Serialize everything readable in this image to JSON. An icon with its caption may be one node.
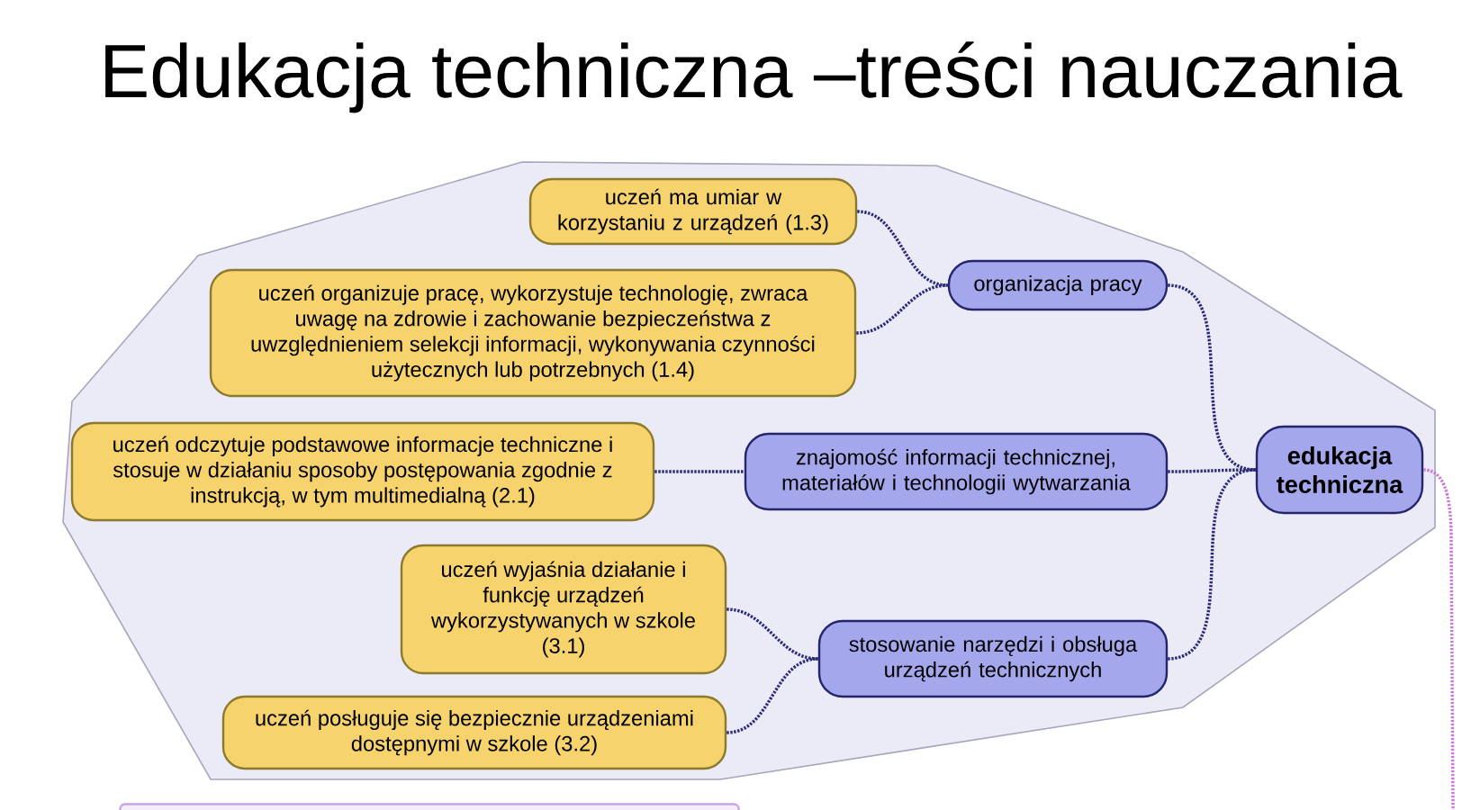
{
  "diagram": {
    "title": "Edukacja techniczna –treści nauczania",
    "nodes": [
      {
        "text": [
          "uczeń ma umiar w korzystaniu z urządzeń (1.3)"
        ]
      },
      {
        "text": [
          "uczeń organizuje pracę, wykorzystuje technologię, zwraca uwagę na zdrowie i zachowanie bezpieczeństwa z uwzględnieniem selekcji informacji, wykonywania czynności użytecznych lub potrzebnych (1.4)"
        ]
      },
      {
        "text": [
          "organizacja pracy"
        ]
      },
      {
        "text": [
          "uczeń odczytuje podstawowe informacje techniczne i stosuje w działaniu sposoby postępowania zgodnie z instrukcją, w tym multimedialną (2.1)"
        ]
      },
      {
        "text": [
          "znajomość informacji technicznej, materiałów i technologii wytwarzania"
        ]
      },
      {
        "text": [
          "edukacja techniczna"
        ]
      },
      {
        "text": [
          "uczeń wyjaśnia działanie i funkcję urządzeń wykorzystywanych w szkole (3.1)"
        ]
      },
      {
        "text": [
          "stosowanie narzędzi i obsługa urządzeń technicznych"
        ]
      },
      {
        "text": [
          "uczeń posługuje się bezpiecznie urządzeniami dostępnymi w szkole (3.2)"
        ]
      },
      {
        "text": [],
        "shape": "box"
      }
    ],
    "edges": [
      {
        "from": 0,
        "to": 2,
        "arrow": "none"
      },
      {
        "from": 1,
        "to": 2,
        "arrow": "none"
      },
      {
        "from": 3,
        "to": 4,
        "arrow": "none"
      },
      {
        "from": 6,
        "to": 7,
        "arrow": "none"
      },
      {
        "from": 8,
        "to": 7,
        "arrow": "none"
      },
      {
        "from": 2,
        "to": 5,
        "arrow": "none"
      },
      {
        "from": 4,
        "to": 5,
        "arrow": "none"
      },
      {
        "from": 7,
        "to": 5,
        "arrow": "none"
      },
      {
        "from": 5,
        "to": null,
        "arrow": "none",
        "color": "#c77dd6"
      }
    ]
  }
}
